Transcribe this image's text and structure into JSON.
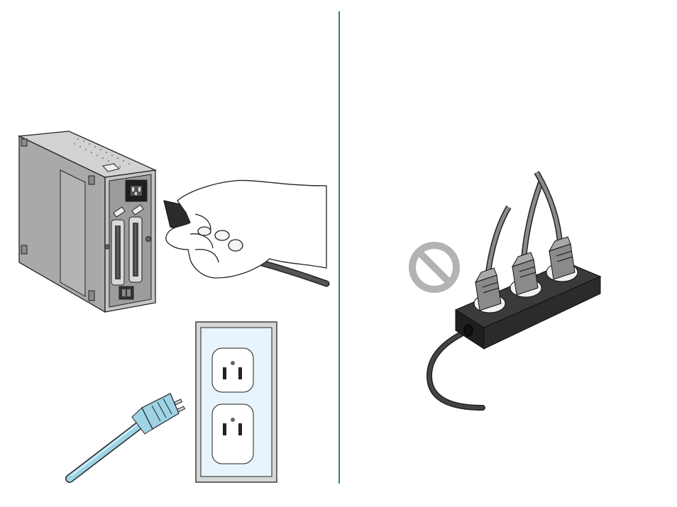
{
  "colors": {
    "divider": "#2e8b57",
    "drive_body": "#a9a9a9",
    "drive_dark": "#7c7c7c",
    "drive_light": "#d2d2d2",
    "outline": "#222222",
    "power_plug_blue": "#9fd3e6",
    "outlet_plate": "#e8f4fb",
    "prohibited_sign": "#b3b3b3",
    "power_strip": "#2b2b2b",
    "cord_grey": "#8a8a8a"
  },
  "icons": {
    "prohibited": "prohibited-icon"
  },
  "illustration": {
    "left": [
      "external-drive",
      "power-cord-connector",
      "hand",
      "power-cord-plug",
      "wall-outlet"
    ],
    "right": [
      "prohibited-sign",
      "power-strip",
      "plugged-cords"
    ]
  }
}
